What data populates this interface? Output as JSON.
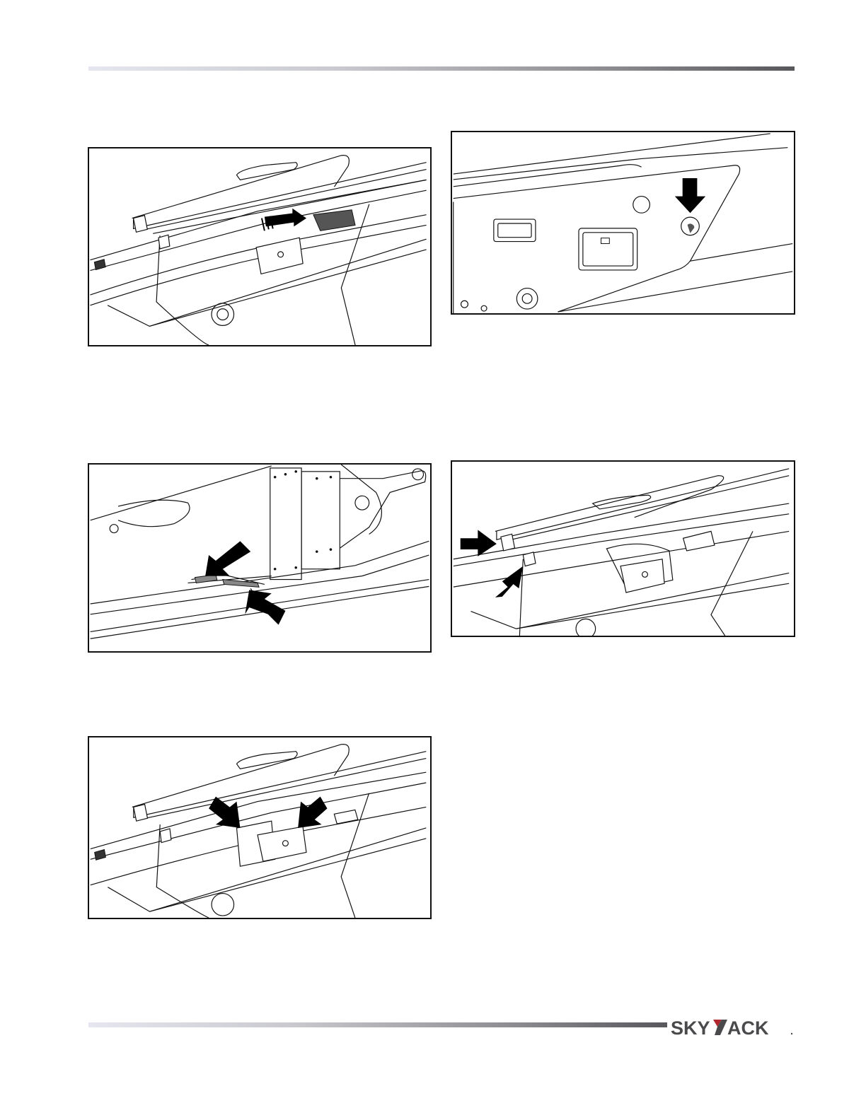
{
  "header": {
    "rule": "top-gradient-rule"
  },
  "figures": [
    {
      "id": "fig1",
      "arrows": 1,
      "description_icon": "arrow-icon"
    },
    {
      "id": "fig2",
      "arrows": 1,
      "description_icon": "arrow-icon"
    },
    {
      "id": "fig3",
      "arrows": 2,
      "description_icon": "arrow-icon"
    },
    {
      "id": "fig4",
      "arrows": 2,
      "description_icon": "arrow-icon"
    },
    {
      "id": "fig5",
      "arrows": 2,
      "description_icon": "arrow-icon"
    }
  ],
  "footer": {
    "logo_text": "SKYJACK",
    "logo_tm": "."
  },
  "colors": {
    "ink": "#111111",
    "logo": "#4a4a4c",
    "rule_dark": "#58585c",
    "rule_light": "#e6e6f0"
  }
}
